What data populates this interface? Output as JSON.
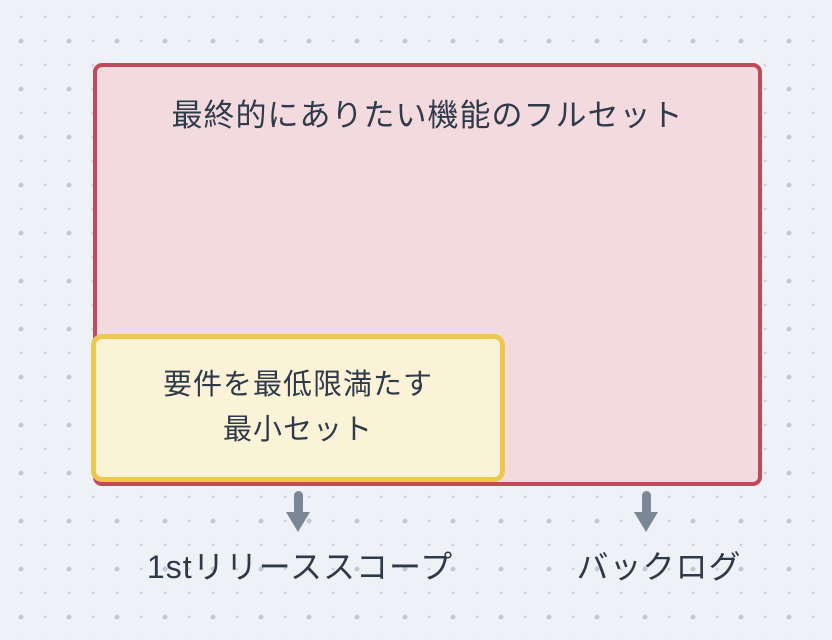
{
  "canvas": {
    "background": "#eef1f5",
    "dot_color_small": "#cdd3dc",
    "dot_color_large": "#c2c9d6"
  },
  "boxes": {
    "full_set": {
      "label": "最終的にありたい機能のフルセット",
      "fill": "#f2dade",
      "border": "#c14a5a"
    },
    "min_set": {
      "label": "要件を最低限満たす\n最小セット",
      "fill": "#faf3d8",
      "border": "#ecc84f"
    }
  },
  "arrows": {
    "direction": "down",
    "color": "#7b8794"
  },
  "labels": {
    "first_release_scope": "1stリリーススコープ",
    "backlog": "バックログ"
  },
  "text_color": "#2f3a4a"
}
